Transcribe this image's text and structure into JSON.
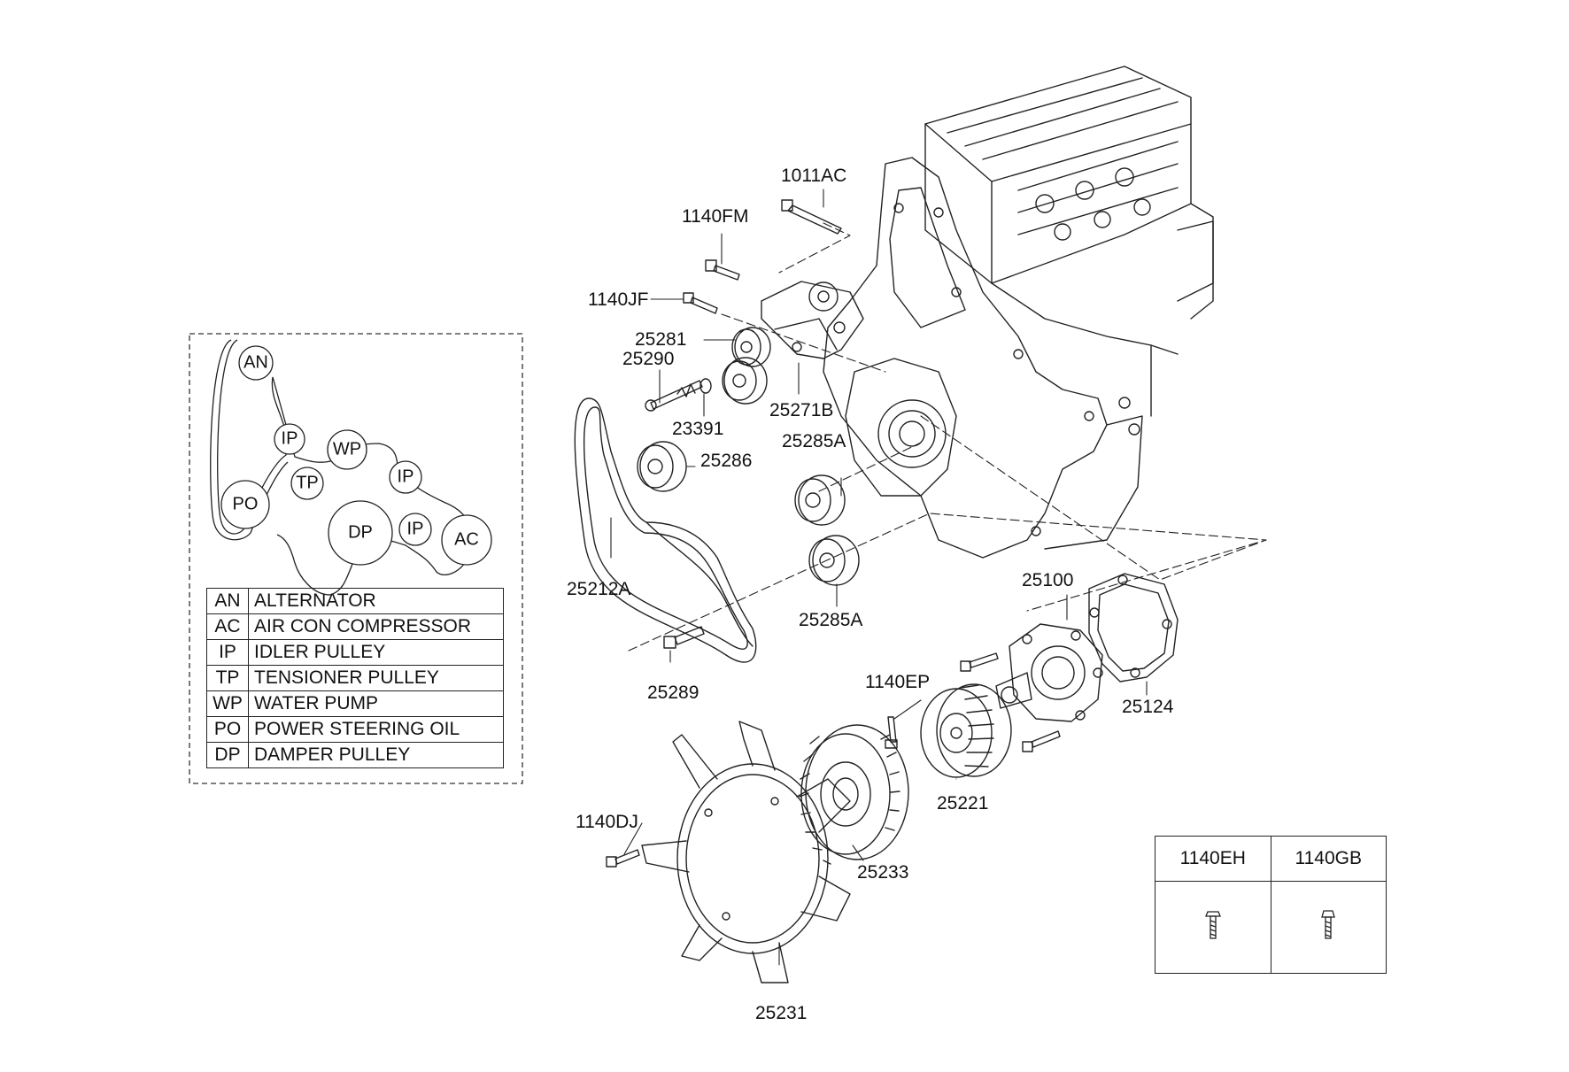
{
  "belt_routing": {
    "pulleys": [
      "AN",
      "IP",
      "WP",
      "IP",
      "PO",
      "TP",
      "DP",
      "IP",
      "AC"
    ]
  },
  "legend": [
    {
      "code": "AN",
      "name": "ALTERNATOR"
    },
    {
      "code": "AC",
      "name": "AIR CON COMPRESSOR"
    },
    {
      "code": "IP",
      "name": "IDLER PULLEY"
    },
    {
      "code": "TP",
      "name": "TENSIONER PULLEY"
    },
    {
      "code": "WP",
      "name": "WATER PUMP"
    },
    {
      "code": "PO",
      "name": "POWER STEERING OIL"
    },
    {
      "code": "DP",
      "name": "DAMPER PULLEY"
    }
  ],
  "part_labels": {
    "p1011AC": "1011AC",
    "p1140FM": "1140FM",
    "p1140JF": "1140JF",
    "p25281": "25281",
    "p25290": "25290",
    "p25271B": "25271B",
    "p23391": "23391",
    "p25285A_top": "25285A",
    "p25286": "25286",
    "p25212A": "25212A",
    "p25285A_bottom": "25285A",
    "p25289": "25289",
    "p25100": "25100",
    "p25124": "25124",
    "p1140EP": "1140EP",
    "p25221": "25221",
    "p1140DJ": "1140DJ",
    "p25233": "25233",
    "p25231": "25231"
  },
  "fastener_table": {
    "headers": [
      "1140EH",
      "1140GB"
    ]
  }
}
